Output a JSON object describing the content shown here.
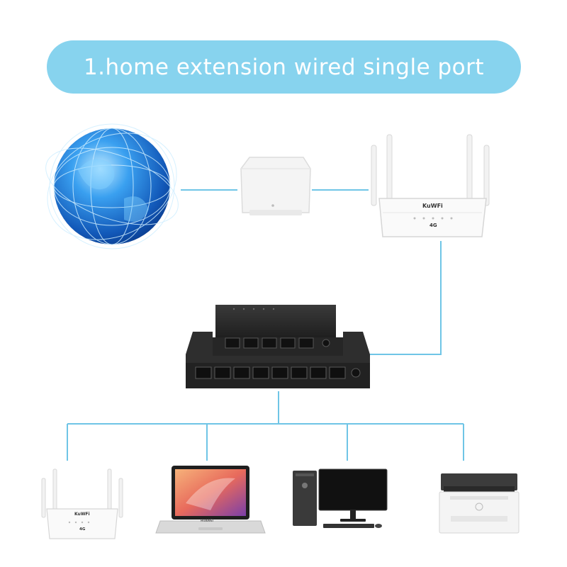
{
  "banner": {
    "title": "1.home extension wired single port"
  },
  "router": {
    "brand": "KuWFi",
    "badge": "4G"
  },
  "laptop": {
    "brand": "HUAWEI"
  },
  "colors": {
    "banner": "#87d3ee",
    "link": "#6fc5e6",
    "device_dark": "#2b2b2b"
  },
  "icons": [
    "globe-icon",
    "modem-icon",
    "router-icon",
    "switch-icon",
    "laptop-icon",
    "desktop-pc-icon",
    "printer-icon"
  ]
}
